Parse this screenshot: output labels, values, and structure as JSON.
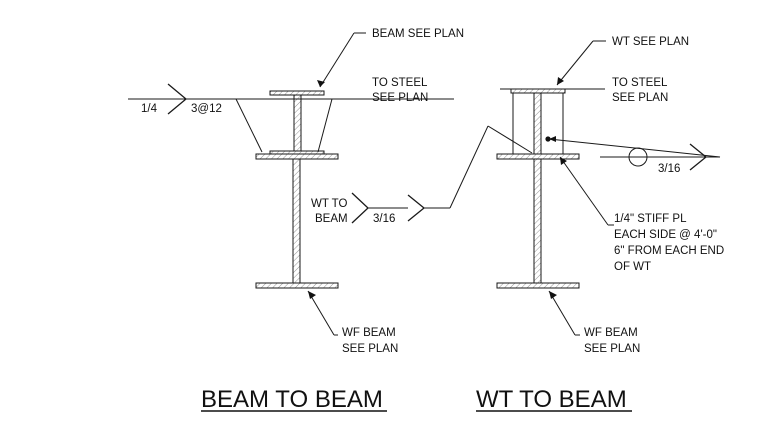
{
  "left_detail": {
    "title": "BEAM TO BEAM",
    "note_beam": "BEAM SEE PLAN",
    "note_to_steel_1": "TO STEEL",
    "note_to_steel_2": "SEE PLAN",
    "weld_size": "1/4",
    "weld_pitch": "3@12",
    "note_wt_1": "WT TO",
    "note_wt_2": "BEAM",
    "weld_wt": "3/16",
    "note_wf_1": "WF BEAM",
    "note_wf_2": "SEE PLAN"
  },
  "right_detail": {
    "title": "WT TO BEAM",
    "note_wt": "WT SEE PLAN",
    "note_to_steel_1": "TO STEEL",
    "note_to_steel_2": "SEE PLAN",
    "weld_size": "3/16",
    "stiff_1": "1/4\" STIFF PL",
    "stiff_2": "EACH SIDE @ 4'-0\"",
    "stiff_3": "6\" FROM EACH END",
    "stiff_4": "OF WT",
    "note_wf_1": "WF BEAM",
    "note_wf_2": "SEE PLAN"
  }
}
